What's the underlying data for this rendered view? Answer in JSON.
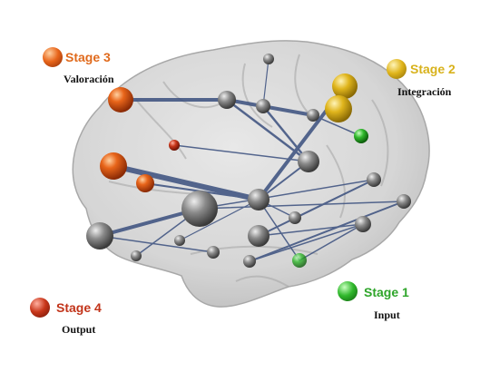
{
  "stages": [
    {
      "id": "stage-3",
      "title": "Stage 3",
      "subtitle": "Valoración",
      "color": "#e06a1c"
    },
    {
      "id": "stage-2",
      "title": "Stage 2",
      "subtitle": "Integración",
      "color": "#d8b21c"
    },
    {
      "id": "stage-1",
      "title": "Stage 1",
      "subtitle": "Input",
      "color": "#2ea52a"
    },
    {
      "id": "stage-4",
      "title": "Stage 4",
      "subtitle": "Output",
      "color": "#c2341a"
    }
  ],
  "colors": {
    "brain": "#c8c8c8",
    "edge": "#3a4f7e",
    "node_gray": "#707070"
  }
}
